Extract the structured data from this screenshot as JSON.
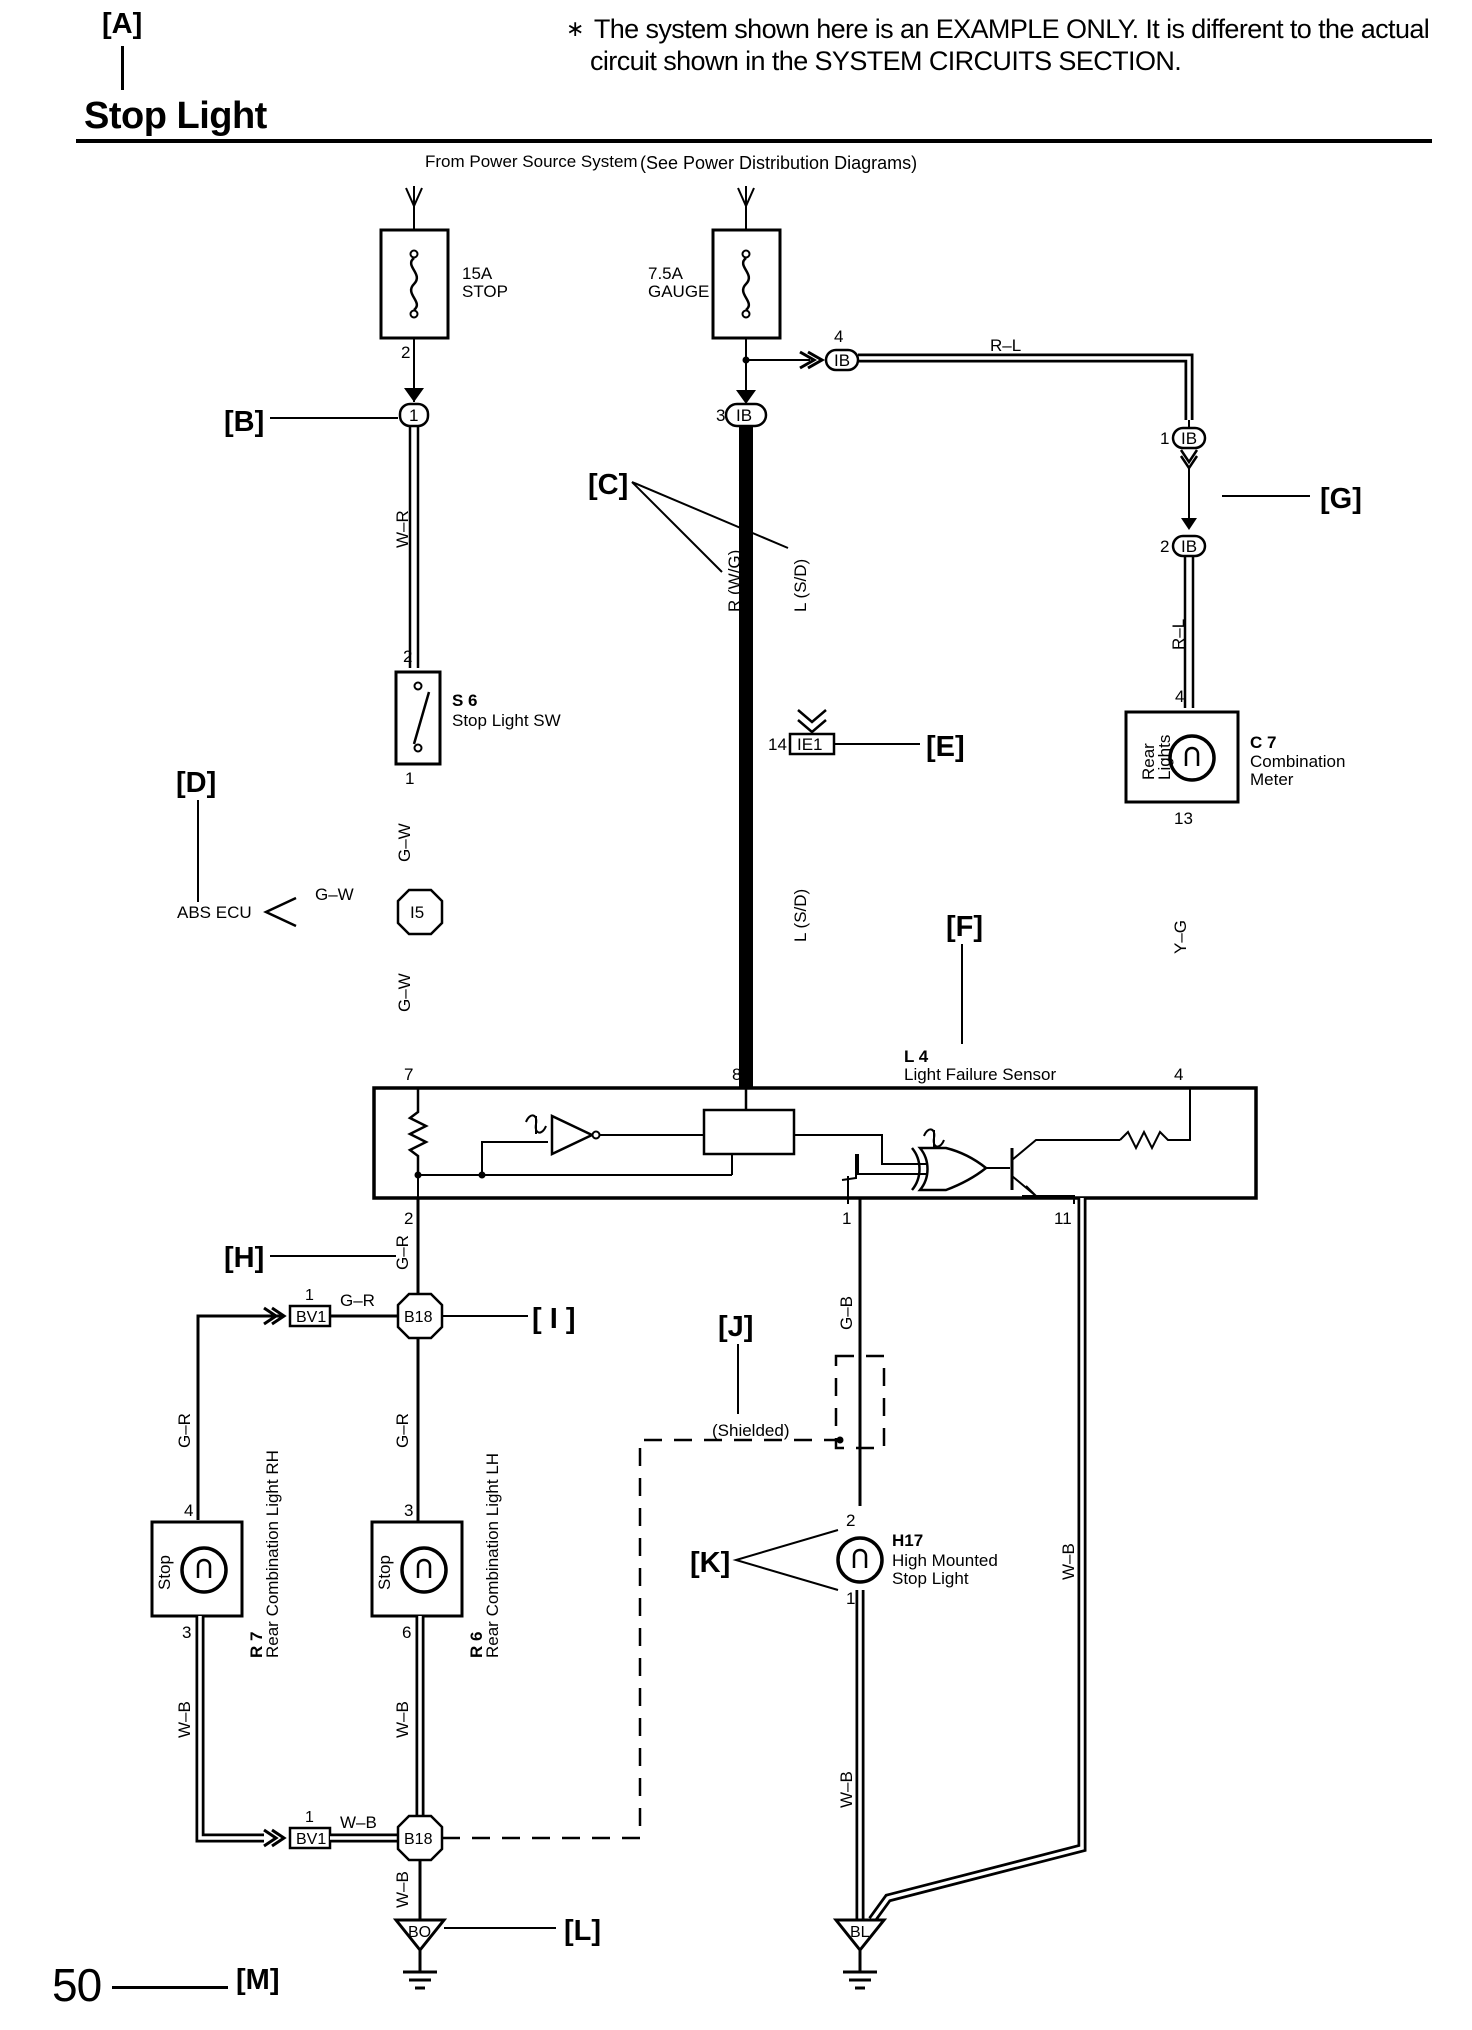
{
  "header": {
    "tag_a": "[A]",
    "title": "Stop Light",
    "note_asterisk": "∗",
    "note_line1": "The system shown here is an EXAMPLE ONLY. It is different to the actual",
    "note_line2": "circuit shown in the SYSTEM CIRCUITS SECTION."
  },
  "power_source": {
    "text_plain": "From Power Source System",
    "text_paren": "(See Power Distribution Diagrams)"
  },
  "fuses": {
    "stop": {
      "rating": "15A",
      "name": "STOP",
      "pin": "2"
    },
    "gauge": {
      "rating": "7.5A",
      "name": "GAUGE"
    }
  },
  "connectors": {
    "ib_4": {
      "pin": "4",
      "code": "IB"
    },
    "ib_3": {
      "pin": "3",
      "code": "IB"
    },
    "ib_1": {
      "pin": "1",
      "code": "IB"
    },
    "ib_2": {
      "pin": "2",
      "code": "IB"
    },
    "conn_1": "1",
    "ie1": {
      "pin": "14",
      "code": "IE1"
    },
    "i5": "I5",
    "b18_top": "B18",
    "b18_bottom": "B18",
    "bv1_top": {
      "pin": "1",
      "code": "BV1"
    },
    "bv1_bottom": {
      "pin": "1",
      "code": "BV1"
    },
    "ground_bo": "BO",
    "ground_bl": "BL"
  },
  "wires": {
    "rl_top": "R–L",
    "wr": "W–R",
    "rwg": "R (W/G)",
    "lsd_upper": "L  (S/D)",
    "lsd_lower": "L (S/D)",
    "rl_right": "R–L",
    "gw_upper": "G–W",
    "gw_abs": "G–W",
    "gw_lower": "G–W",
    "yg": "Y–G",
    "gr_h": "G–R",
    "gr_bv1": "G–R",
    "gr_left": "G–R",
    "gr_mid": "G–R",
    "gb": "G–B",
    "wb_right": "W–B",
    "wb_left": "W–B",
    "wb_mid": "W–B",
    "wb_bv1": "W–B",
    "wb_ground": "W–B",
    "wb_h17": "W–B"
  },
  "components": {
    "s6": {
      "code": "S 6",
      "name": "Stop Light SW",
      "pin_top": "2",
      "pin_bottom": "1"
    },
    "c7": {
      "code": "C 7",
      "name_line1": "Combination",
      "name_line2": "Meter",
      "inner_line1": "Rear",
      "inner_line2": "Lights",
      "pin_top": "4",
      "pin_bottom": "13"
    },
    "l4": {
      "code": "L 4",
      "name": "Light Failure Sensor",
      "pin_7": "7",
      "pin_8": "8",
      "pin_4": "4",
      "pin_2": "2",
      "pin_1": "1",
      "pin_11": "11"
    },
    "r7": {
      "code": "R 7",
      "name": "Rear Combination Light RH",
      "inner": "Stop",
      "pin_top": "4",
      "pin_bottom": "3"
    },
    "r6": {
      "code": "R 6",
      "name": "Rear Combination Light LH",
      "inner": "Stop",
      "pin_top": "3",
      "pin_bottom": "6"
    },
    "h17": {
      "code": "H17",
      "name_line1": "High Mounted",
      "name_line2": "Stop Light",
      "pin_top": "2",
      "pin_bottom": "1"
    },
    "abs_ecu": "ABS ECU",
    "shielded": "(Shielded)"
  },
  "tags": {
    "b": "[B]",
    "c": "[C]",
    "d": "[D]",
    "e": "[E]",
    "f": "[F]",
    "g": "[G]",
    "h": "[H]",
    "i": "[ I ]",
    "j": "[J]",
    "k": "[K]",
    "l": "[L]",
    "m": "[M]"
  },
  "footer": {
    "page_number": "50"
  }
}
